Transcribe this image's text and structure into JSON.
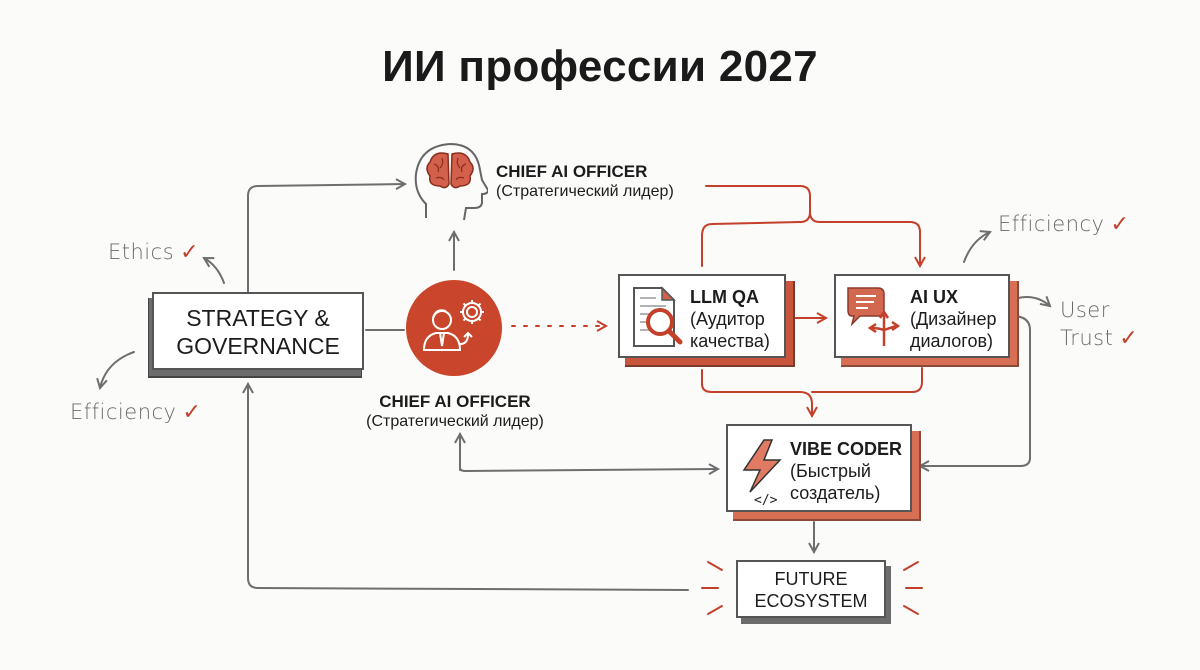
{
  "title": "ИИ профессии 2027",
  "colors": {
    "accent_red": "#c9452b",
    "shadow_red": "#c9553c",
    "line_gray": "#6e6e6e",
    "text": "#1c1c1c",
    "background": "#fbfbfa"
  },
  "nodes": {
    "strategy": {
      "line1": "STRATEGY &",
      "line2": "GOVERNANCE"
    },
    "chief_top": {
      "title": "CHIEF AI OFFICER",
      "subtitle": "(Стратегический лидер)",
      "icon": "head-brain-icon"
    },
    "chief_center": {
      "title": "CHIEF AI OFFICER",
      "subtitle": "(Стратегический лидер)",
      "icon": "person-gear-icon"
    },
    "llm_qa": {
      "title": "LLM QA",
      "line2": "(Аудитор",
      "line3": "качества)",
      "icon": "document-magnifier-icon"
    },
    "ai_ux": {
      "title": "AI UX",
      "line2": "(Дизайнер",
      "line3": "диалогов)",
      "icon": "chat-branch-icon"
    },
    "vibe_coder": {
      "title": "VIBE CODER",
      "line2": "(Быстрый",
      "line3": "создатель)",
      "icon": "lightning-code-icon"
    },
    "future": {
      "line1": "FUTURE",
      "line2": "ECOSYSTEM"
    }
  },
  "annotations": {
    "ethics": "Ethics",
    "efficiency_left": "Efficiency",
    "efficiency_right": "Efficiency",
    "user_trust_1": "User",
    "user_trust_2": "Trust",
    "check": "✓"
  }
}
